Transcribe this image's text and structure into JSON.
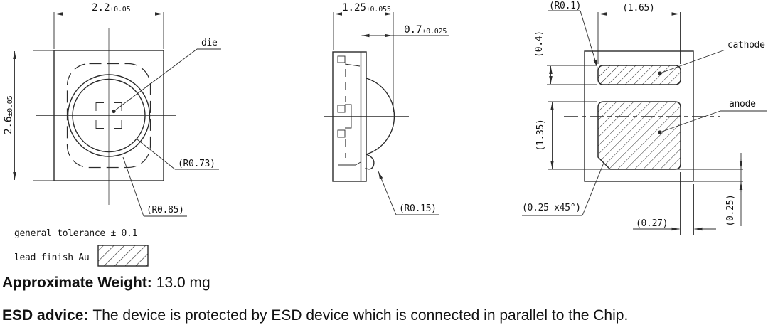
{
  "drawing": {
    "top_view": {
      "width_dim": {
        "value": "2.2",
        "tolerance": "±0.05"
      },
      "height_dim": {
        "value": "2.6",
        "tolerance": "±0.05"
      },
      "die_label": "die",
      "lens_radius_label": "(R0.73)",
      "reflector_radius_label": "(R0.85)"
    },
    "side_view": {
      "depth_dim": {
        "value": "1.25",
        "tolerance": "±0.055"
      },
      "lens_height_dim": {
        "value": "0.7",
        "tolerance": "±0.025"
      },
      "fillet_radius_label": "(R0.15)"
    },
    "bottom_view": {
      "corner_radius_label": "(R0.1)",
      "pad_width_label": "(1.65)",
      "cathode_pad_height_label": "(0.4)",
      "anode_pad_height_label": "(1.35)",
      "cathode_label": "cathode",
      "anode_label": "anode",
      "chamfer_label": "(0.25 x45°)",
      "pad_edge_gap_label": "(0.27)",
      "pad_bottom_gap_label": "(0.25)"
    },
    "notes": {
      "general_tolerance": "general tolerance ± 0.1",
      "lead_finish": "lead finish Au"
    }
  },
  "footer": {
    "weight_label": "Approximate Weight:",
    "weight_value": "13.0 mg",
    "esd_label": "ESD advice:",
    "esd_text": "The device is protected by ESD device which is connected in parallel to the Chip."
  },
  "colors": {
    "line": "#2b2b2b",
    "text": "#141414",
    "background": "#ffffff"
  }
}
